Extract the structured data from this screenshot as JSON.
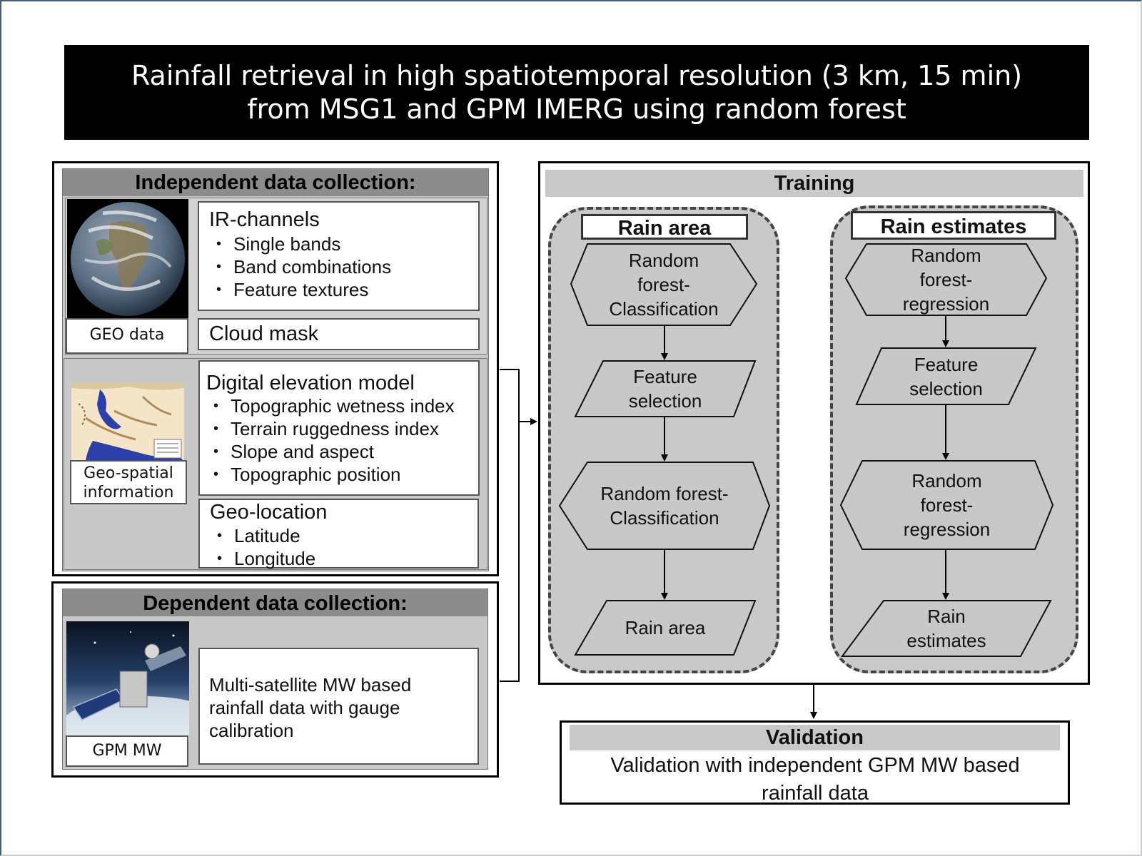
{
  "title": {
    "line1": "Rainfall retrieval in high spatiotemporal resolution (3 km, 15 min)",
    "line2": "from MSG1 and GPM IMERG using random forest"
  },
  "independent": {
    "header": "Independent data collection:",
    "geo_caption": "GEO data",
    "ir_title": "IR-channels",
    "ir_items": [
      "Single bands",
      "Band combinations",
      "Feature textures"
    ],
    "cloud_mask": "Cloud mask",
    "geo_spatial_caption_1": "Geo-spatial",
    "geo_spatial_caption_2": "information",
    "dem_title": "Digital elevation model",
    "dem_items": [
      "Topographic wetness index",
      "Terrain ruggedness index",
      "Slope and aspect",
      "Topographic position"
    ],
    "geoloc_title": "Geo-location",
    "geoloc_items": [
      "Latitude",
      "Longitude"
    ]
  },
  "dependent": {
    "header": "Dependent data collection:",
    "caption": "GPM MW",
    "desc_1": "Multi-satellite MW based",
    "desc_2": "rainfall data with gauge",
    "desc_3": "calibration"
  },
  "training": {
    "header": "Training",
    "rain_area": {
      "label": "Rain area",
      "step1": [
        "Random",
        "forest-",
        "Classification"
      ],
      "step2": [
        "Feature",
        "selection"
      ],
      "step3": [
        "Random forest-",
        "Classification"
      ],
      "step4": [
        "Rain area"
      ]
    },
    "rain_estimates": {
      "label": "Rain estimates",
      "step1": [
        "Random",
        "forest-",
        "regression"
      ],
      "step2": [
        "Feature",
        "selection"
      ],
      "step3": [
        "Random",
        "forest-",
        "regression"
      ],
      "step4": [
        "Rain",
        "estimates"
      ]
    }
  },
  "validation": {
    "header": "Validation",
    "text_1": "Validation with independent GPM MW based",
    "text_2": "rainfall data"
  }
}
